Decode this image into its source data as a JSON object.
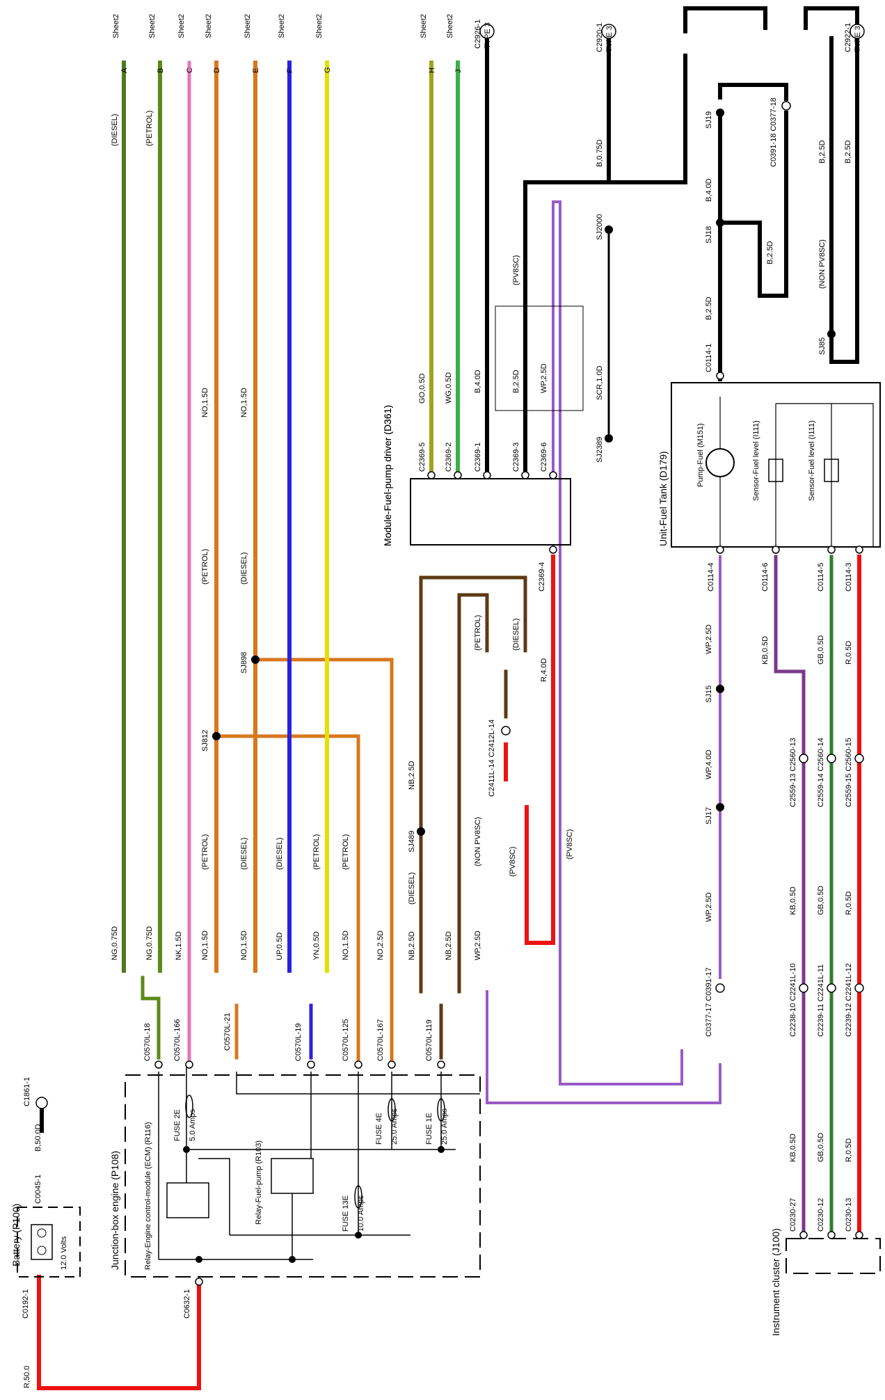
{
  "components": {
    "battery": {
      "title": "Battery (P100)",
      "voltage": "12.0 Volts",
      "conn_pos": "C0045-1",
      "conn_neg": "C0192-1",
      "wire_pos": "B,50.0D",
      "wire_neg": "R,50.0",
      "ext": "C1861-1"
    },
    "junction_box": {
      "title": "Junction-box engine (P108)",
      "relay_ecm": "Relay-Engine control-module (ECM) (R116)",
      "relay_fuel": "Relay-Fuel-pump (R103)",
      "conn_in": "C0632-1",
      "fuses": [
        {
          "name": "FUSE 2E",
          "rating": "5.0 Amps"
        },
        {
          "name": "FUSE 13E",
          "rating": "10.0 Amps"
        },
        {
          "name": "FUSE 4E",
          "rating": "25.0 Amps"
        },
        {
          "name": "FUSE 1E",
          "rating": "25.0 Amps"
        }
      ],
      "connectors": [
        "C0570L-18",
        "C0570L-166",
        "C0570L-21",
        "C0570L-19",
        "C0570L-125",
        "C0570L-167",
        "C0570L-119"
      ]
    },
    "module": {
      "title": "Module-Fuel-pump driver (D361)",
      "pins": [
        "C2369-5",
        "C2369-2",
        "C2369-1",
        "C2369-3",
        "C2369-6",
        "C2369-4"
      ]
    },
    "tank": {
      "title": "Unit-Fuel Tank (D179)",
      "pump": "Pump-Fuel (M151)",
      "sensor1": "Sensor-Fuel level (I111)",
      "sensor2": "Sensor-Fuel level (I111)",
      "pins": [
        "C0114-4",
        "C0114-6",
        "C0114-5",
        "C0114-3"
      ],
      "top_pin": "C0114-1"
    },
    "cluster": {
      "title": "Instrument cluster (J100)",
      "pins": [
        "C0230-27",
        "C0230-12",
        "C0230-13"
      ],
      "wires": [
        "KB,0.5D",
        "GB,0.5D",
        "R,0.5D"
      ]
    }
  },
  "sheet_refs": [
    {
      "letter": "A",
      "text": "Sheet2"
    },
    {
      "letter": "B",
      "text": "Sheet2"
    },
    {
      "letter": "C",
      "text": "Sheet2"
    },
    {
      "letter": "D",
      "text": "Sheet2"
    },
    {
      "letter": "E",
      "text": "Sheet2"
    },
    {
      "letter": "F",
      "text": "Sheet2"
    },
    {
      "letter": "G",
      "text": "Sheet2"
    },
    {
      "letter": "H",
      "text": "Sheet2"
    },
    {
      "letter": "J",
      "text": "Sheet2"
    }
  ],
  "ground_refs": [
    {
      "conn": "C2926-1",
      "type": "TYPE 3"
    },
    {
      "conn": "C2920-1",
      "type": "TYPE 3"
    },
    {
      "conn": "C2922-1",
      "type": "TYPE 3"
    }
  ],
  "wire_labels": {
    "a_top": "(DIESEL)",
    "b_top": "(PETROL)",
    "a_bot": "NG,0.75D",
    "b_bot": "NG,0.75D",
    "c_bot": "NK,1.5D",
    "d_mid": "NO,1.5D",
    "e_mid": "NO,1.5D",
    "d_var": "(PETROL)",
    "e_var": "(DIESEL)",
    "d_bot": "NO,1.5D",
    "e_bot": "NO,1.5D",
    "f_bot": "UP,0.5D",
    "g_bot": "YN,0.5D",
    "h_bot": "NO,1.5D",
    "i_bot": "NO,2.5D",
    "d_bvar": "(PETROL)",
    "e_bvar": "(DIESEL)",
    "f_bvar": "(DIESEL)",
    "g_bvar": "(PETROL)",
    "h_bvar": "(PETROL)",
    "sj812": "SJ812",
    "sj898": "SJ898",
    "sj489": "SJ489",
    "nb_diesel": "(DIESEL)",
    "nb_top": "NB,2.5D",
    "nb_bot": "NB,2.5D",
    "nb_bot2": "NB,2.5D",
    "wp_bot": "WP,2.5D",
    "non_pv8sc": "(NON PV8SC)",
    "pv8sc_a": "(PV8SC)",
    "pv8sc_b": "(PV8SC)",
    "go": "GO,0.5D",
    "wg": "WG,0.5D",
    "b4": "B,4.0D",
    "b25m": "B,2.5D",
    "wp25m": "WP,2.5D",
    "scr": "SCR,1.0D",
    "pv8sc_top": "(PV8SC)",
    "sj2000": "SJ2000",
    "sj2389": "SJ2389",
    "b075": "B,0.75D",
    "petrol_s": "(PETROL)",
    "diesel_s": "(DIESEL)",
    "c2411": "C2411L-14 C2412L-14",
    "r4": "R,4.0D",
    "b25_top": "B,2.5D",
    "sj18": "SJ18",
    "b4_top": "B,4.0D",
    "sj19": "SJ19",
    "b25_c": "B,2.5D",
    "c0391_18": "C0391-18 C0377-18",
    "b25_r1": "B,2.5D",
    "b25_r2": "B,2.5D",
    "non_pv8sc_r": "(NON PV8SC)",
    "sj85": "SJ85",
    "wp25_t": "WP,2.5D",
    "sj15": "SJ15",
    "wp4": "WP,4.0D",
    "sj17": "SJ17",
    "wp25_b": "WP,2.5D",
    "c0377_17": "C0377-17 C0391-17",
    "kb_t": "KB,0.5D",
    "gb_t": "GB,0.5D",
    "r_t": "R,0.5D",
    "c2559_13": "C2559-13 C2560-13",
    "c2559_14": "C2559-14 C2560-14",
    "c2559_15": "C2559-15 C2560-15",
    "kb_m": "KB,0.5D",
    "gb_m": "GB,0.5D",
    "r_m": "R,0.5D",
    "c2238_10": "C2238-10 C2241L-10",
    "c2239_11": "C2239-11 C2241L-11",
    "c2239_12": "C2239-12 C2241L-12"
  },
  "colors": {
    "green_dark": "#4f7a1e",
    "green_olive": "#5b8a1a",
    "pink": "#e377b8",
    "orange": "#d9771d",
    "blue": "#2a22e0",
    "yellow": "#e4e000",
    "black": "#000000",
    "red": "#ee1111",
    "purple": "#9a5ac8",
    "olive": "#9ea51c",
    "green": "#3ab04a",
    "brown": "#5c3a14"
  }
}
